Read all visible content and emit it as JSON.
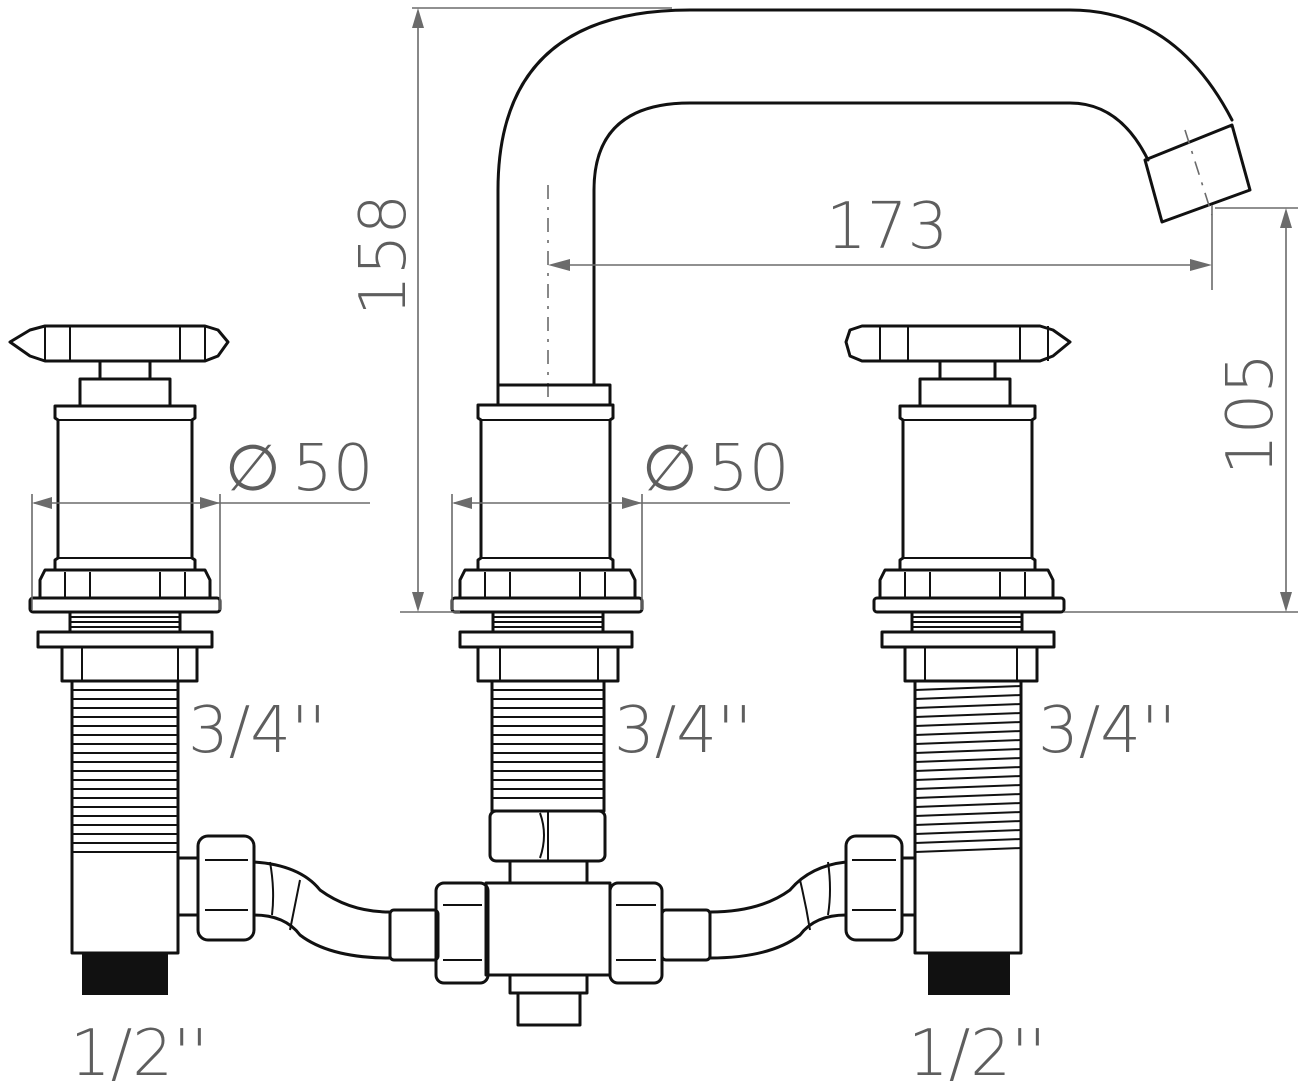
{
  "dimensions": {
    "height_total": "158",
    "spout_reach": "173",
    "spout_outlet_height": "105",
    "diameter_left_symbol": "∅",
    "diameter_left_value": "50",
    "diameter_center_symbol": "∅",
    "diameter_center_value": "50"
  },
  "threads": {
    "left_shank": "3/4''",
    "center_shank": "3/4''",
    "right_shank": "3/4''",
    "left_inlet": "1/2''",
    "right_inlet": "1/2''"
  },
  "colors": {
    "outline": "#111111",
    "dimension": "#6b6b6b"
  }
}
